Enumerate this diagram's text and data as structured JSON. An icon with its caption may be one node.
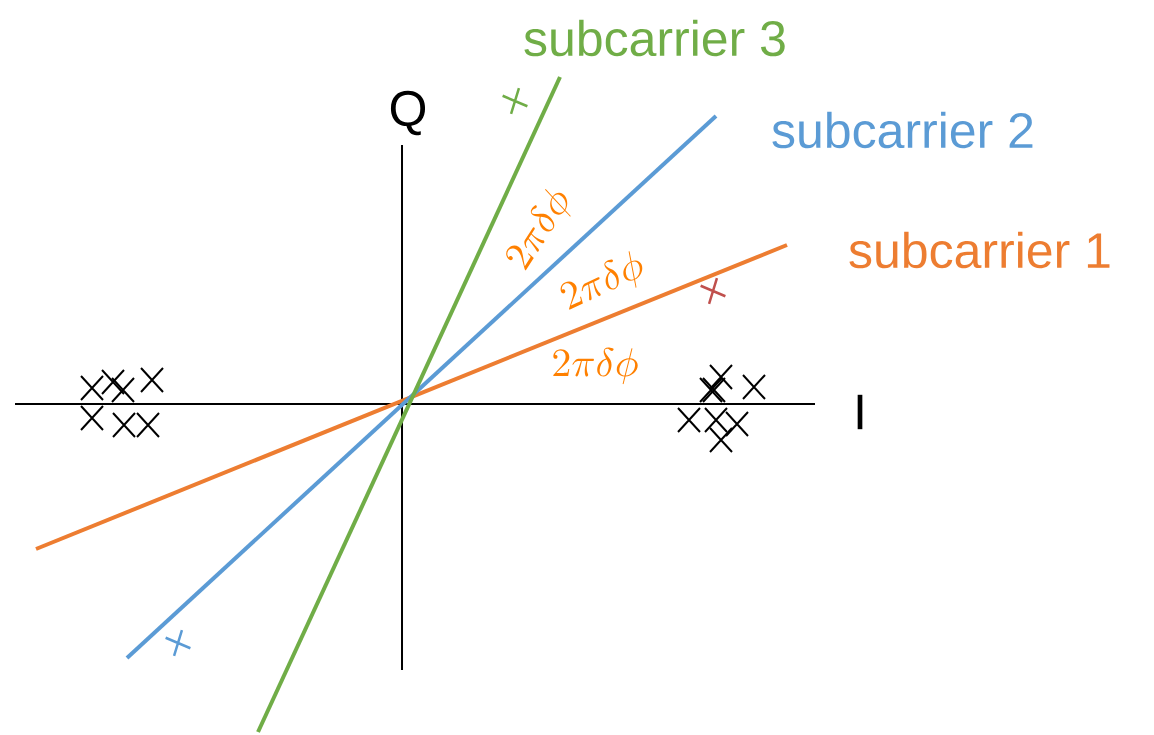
{
  "diagram": {
    "labels": [
      "subcarrier 3",
      "Q",
      "subcarrier 2",
      "2\\pi\\delta\\phi",
      "subcarrier 1",
      "2\\pi\\delta\\phi",
      "2\\pi\\delta\\phi",
      "I"
    ]
  }
}
